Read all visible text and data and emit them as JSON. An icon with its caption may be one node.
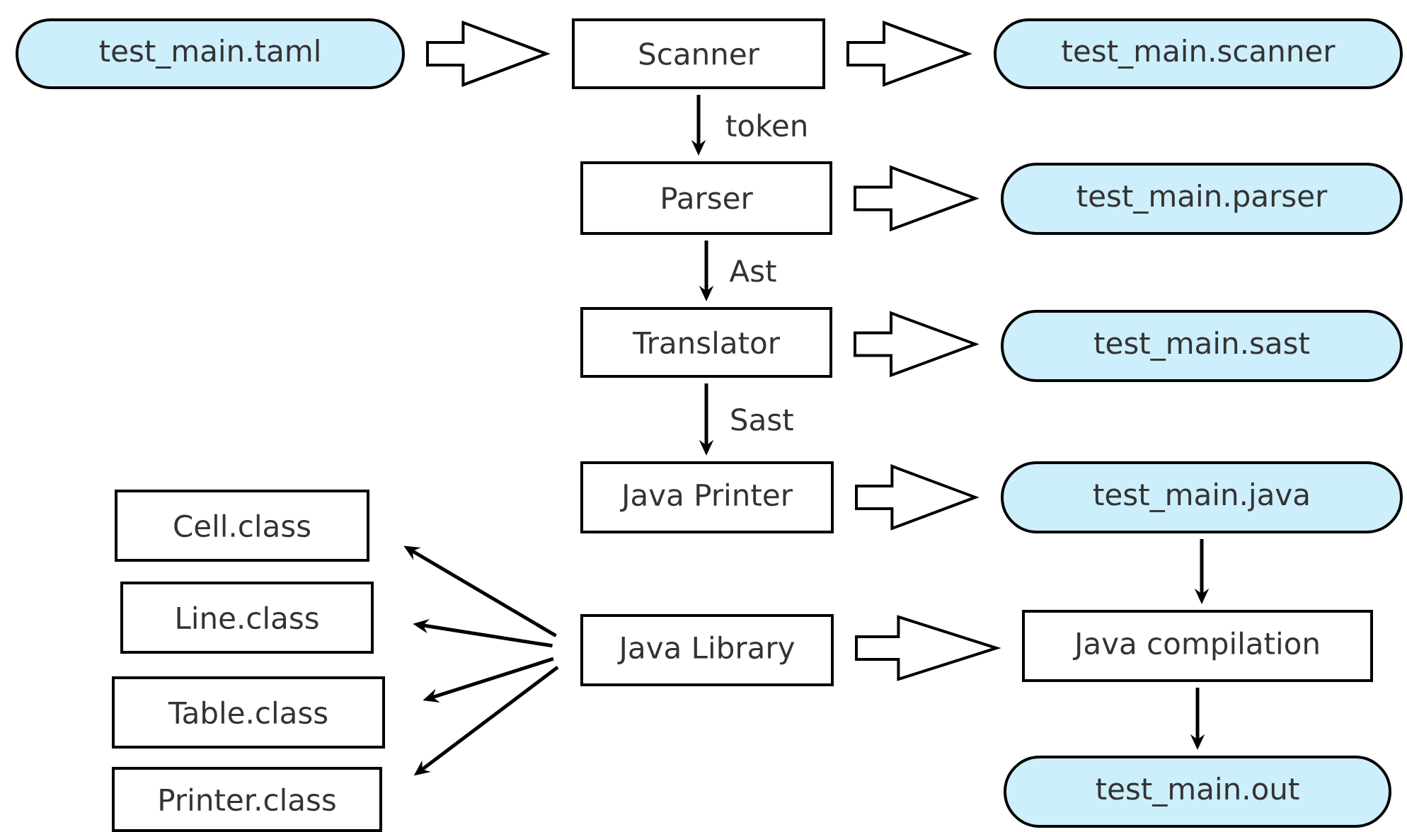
{
  "diagram": {
    "nodes": [
      {
        "text": [
          "test_main.taml"
        ]
      },
      {
        "text": [
          "Scanner"
        ]
      },
      {
        "text": [
          "test_main.scanner"
        ]
      },
      {
        "text": [
          "Parser"
        ]
      },
      {
        "text": [
          "test_main.parser"
        ]
      },
      {
        "text": [
          "Translator"
        ]
      },
      {
        "text": [
          "test_main.sast"
        ]
      },
      {
        "text": [
          "Cell.class"
        ]
      },
      {
        "text": [
          "Java Printer"
        ]
      },
      {
        "text": [
          "test_main.java"
        ]
      },
      {
        "text": [
          "Line.class"
        ]
      },
      {
        "text": [
          "Java Library"
        ]
      },
      {
        "text": [
          "Java compilation"
        ]
      },
      {
        "text": [
          "Table.class"
        ]
      },
      {
        "text": [
          "Printer.class"
        ]
      },
      {
        "text": [
          "test_main.out"
        ]
      }
    ],
    "edges": [
      {
        "from": 0,
        "to": 1,
        "arrow": "to",
        "style": "thick"
      },
      {
        "from": 1,
        "to": 2,
        "arrow": "to",
        "style": "thick"
      },
      {
        "from": 1,
        "to": 3,
        "arrow": "to",
        "label": "token"
      },
      {
        "from": 3,
        "to": 4,
        "arrow": "to",
        "style": "thick"
      },
      {
        "from": 3,
        "to": 5,
        "arrow": "to",
        "label": "Ast"
      },
      {
        "from": 5,
        "to": 6,
        "arrow": "to",
        "style": "thick"
      },
      {
        "from": 5,
        "to": 8,
        "arrow": "to",
        "label": "Sast"
      },
      {
        "from": 8,
        "to": 9,
        "arrow": "to",
        "style": "thick"
      },
      {
        "from": 11,
        "to": 12,
        "arrow": "to",
        "style": "thick"
      },
      {
        "from": 9,
        "to": 12,
        "arrow": "to"
      },
      {
        "from": 12,
        "to": 15,
        "arrow": "to"
      },
      {
        "from": 11,
        "to": 7,
        "arrow": "to"
      },
      {
        "from": 11,
        "to": 10,
        "arrow": "to"
      },
      {
        "from": 11,
        "to": 13,
        "arrow": "to"
      },
      {
        "from": 11,
        "to": 14,
        "arrow": "to"
      }
    ]
  }
}
